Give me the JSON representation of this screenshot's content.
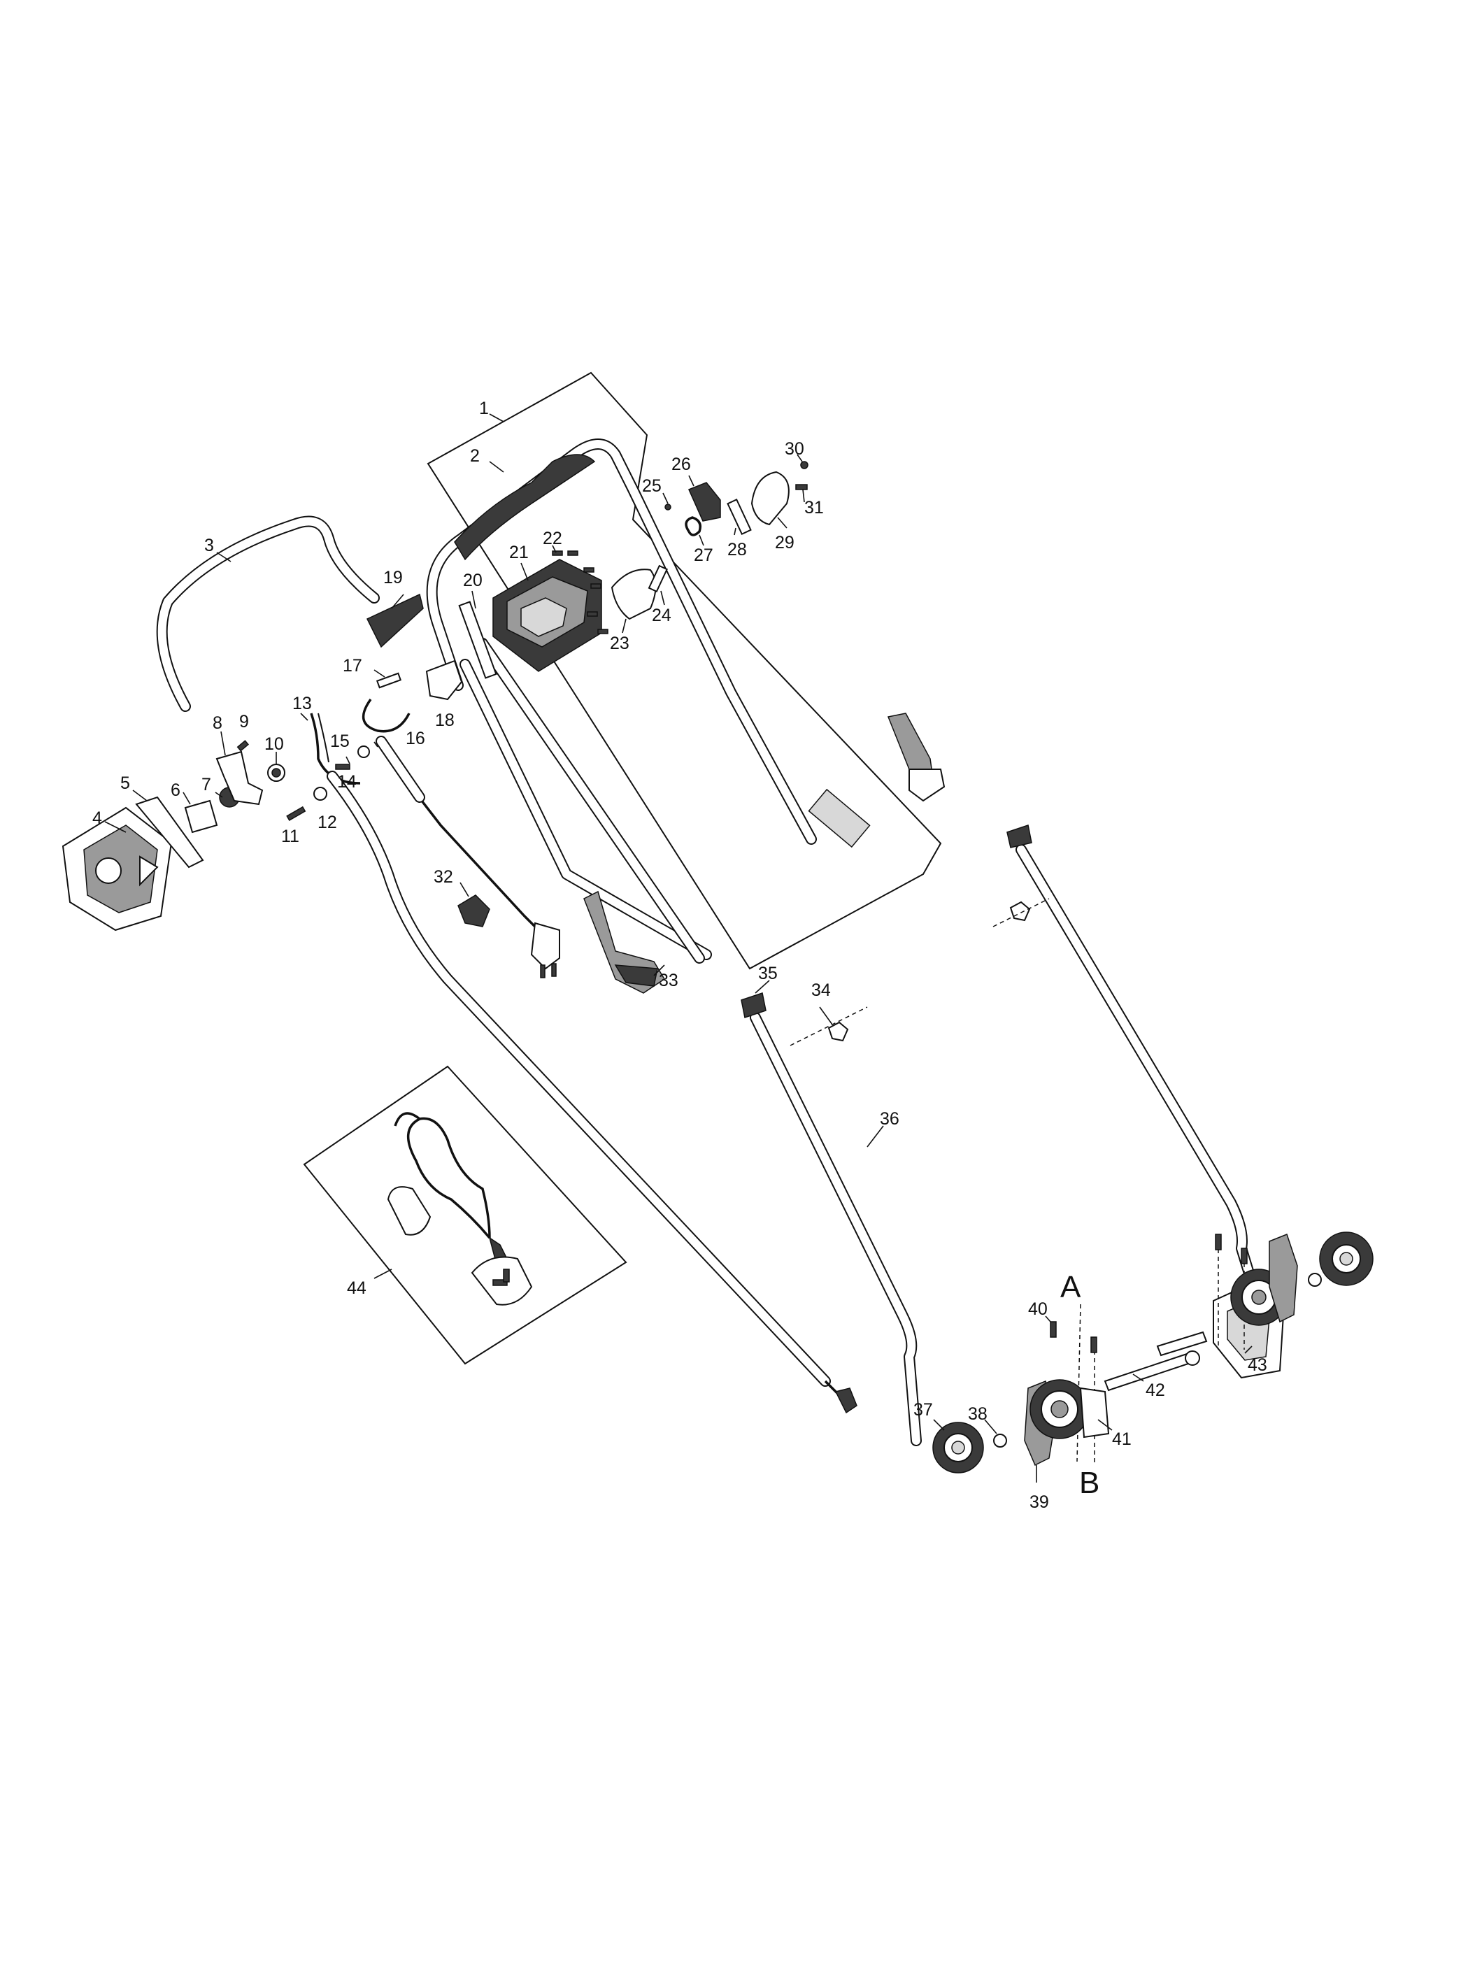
{
  "diagram": {
    "part_numbers": [
      "1",
      "2",
      "3",
      "4",
      "5",
      "6",
      "7",
      "8",
      "9",
      "10",
      "11",
      "12",
      "13",
      "14",
      "15",
      "16",
      "17",
      "18",
      "19",
      "20",
      "21",
      "22",
      "23",
      "24",
      "25",
      "26",
      "27",
      "28",
      "29",
      "30",
      "31",
      "32",
      "33",
      "34",
      "35",
      "36",
      "37",
      "38",
      "39",
      "40",
      "41",
      "42",
      "43",
      "44"
    ],
    "section_labels": {
      "a": "A",
      "b": "B"
    }
  }
}
